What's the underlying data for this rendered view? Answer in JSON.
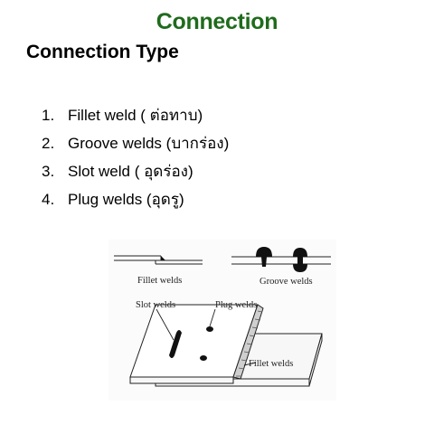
{
  "slide": {
    "title": "Connection",
    "subtitle": "Connection Type",
    "colors": {
      "title": "#1f6b1c",
      "text": "#000000"
    }
  },
  "list": [
    {
      "num": "1.",
      "text": "Fillet weld ( ต่อทาบ)"
    },
    {
      "num": "2.",
      "text": "Groove welds (บากร่อง)"
    },
    {
      "num": "3.",
      "text": "Slot weld ( อุดร่อง)"
    },
    {
      "num": "4.",
      "text": "Plug welds (อุดรู)"
    }
  ],
  "figure": {
    "labels": {
      "fillet_top": "Fillet welds",
      "groove": "Groove welds",
      "slot": "Slot welds",
      "plug": "Plug welds",
      "fillet_plate": "Fillet welds"
    }
  }
}
